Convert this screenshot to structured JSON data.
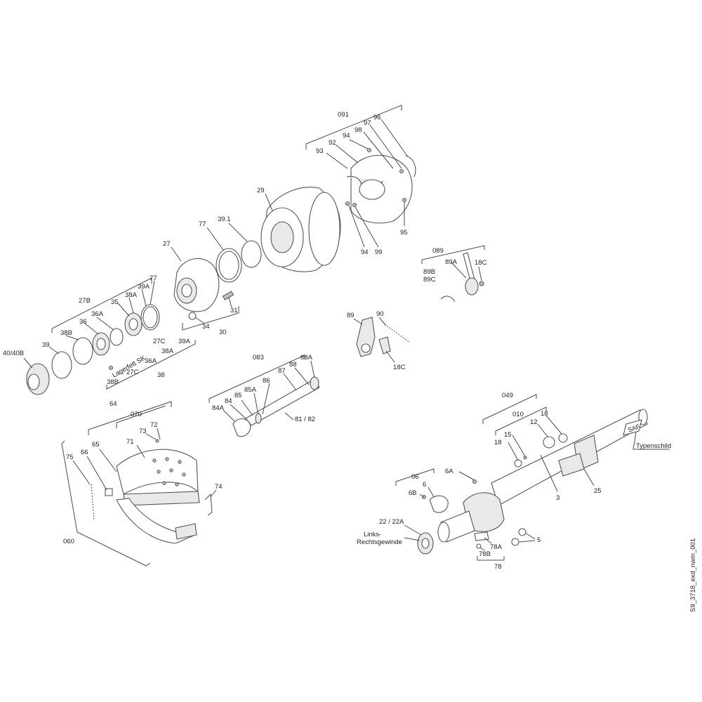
{
  "diagram": {
    "drawing_code": "S9_3718_exd_nwm_001",
    "labels": {
      "g091": "091",
      "p96": "96",
      "p97": "97",
      "p98": "98",
      "p94a": "94",
      "p92": "92",
      "p93": "93",
      "p95": "95",
      "p94b": "94",
      "p99": "99",
      "p29": "29",
      "p77a": "77",
      "p39_1": "39.1",
      "p27": "27",
      "p089": "089",
      "p89A": "89A",
      "p18Ca": "18C",
      "p89B": "89B",
      "p89C": "89C",
      "p77b": "77",
      "p39Aa": "39A",
      "p38Aa": "38A",
      "p35": "35",
      "p27B": "27B",
      "p36Aa": "36A",
      "p36a": "36",
      "p38Ba": "38B",
      "p39": "39",
      "p40": "40/40B",
      "p31": "31",
      "p34": "34",
      "p30": "30",
      "p27Ca": "27C",
      "p38Ab": "38A",
      "p39Ab": "39A",
      "p36Ab": "36A",
      "p27Cb": "27C",
      "p38": "38",
      "p38Bb": "38B",
      "lagerfett": "Lagerfett SK",
      "p89": "89",
      "p90": "90",
      "p18Cb": "18C",
      "g083": "083",
      "p88A": "88A",
      "p88": "88",
      "p87": "87",
      "p86": "86",
      "p85A": "85A",
      "p85": "85",
      "p84": "84",
      "p84A": "84A",
      "p81_82": "81 / 82",
      "p64": "64",
      "p070": "070",
      "p73": "73",
      "p72": "72",
      "p71": "71",
      "p65": "65",
      "p66": "66",
      "p75": "75",
      "p74": "74",
      "p060": "060",
      "g049": "049",
      "p010": "010",
      "p18a": "18",
      "p12": "12",
      "p15": "15",
      "p18b": "18",
      "typenschild": "Typenschild",
      "saf": "SAF",
      "p06": "06",
      "p6A": "6A",
      "p6": "6",
      "p6B": "6B",
      "p3": "3",
      "p25": "25",
      "p22": "22 / 22A",
      "links": "Links-",
      "rechts": "Rechtsgewinde",
      "p5": "5",
      "p78A": "78A",
      "p78B": "78B",
      "p78": "78"
    }
  }
}
